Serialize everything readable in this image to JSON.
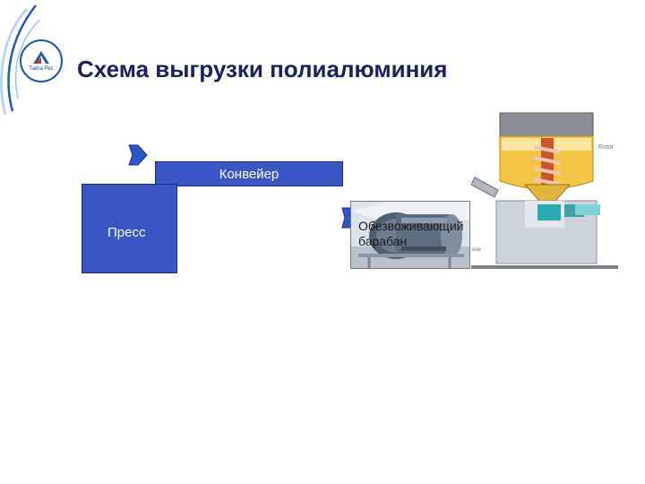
{
  "slide": {
    "title": "Схема выгрузки полиалюминия"
  },
  "logo": {
    "caption": "Тайга Рес"
  },
  "diagram": {
    "conveyor_label": "Конвейер",
    "press_label": "Пресс",
    "drum_label": "Обезвоживающий барабан",
    "extruder_annotations": {
      "rotor": "Rotor",
      "side": "side"
    }
  },
  "colors": {
    "box_fill": "#3a55c4",
    "arrow_fill": "#2f56c8",
    "title": "#1a2060",
    "accent_blue": "#1f5aa6"
  }
}
